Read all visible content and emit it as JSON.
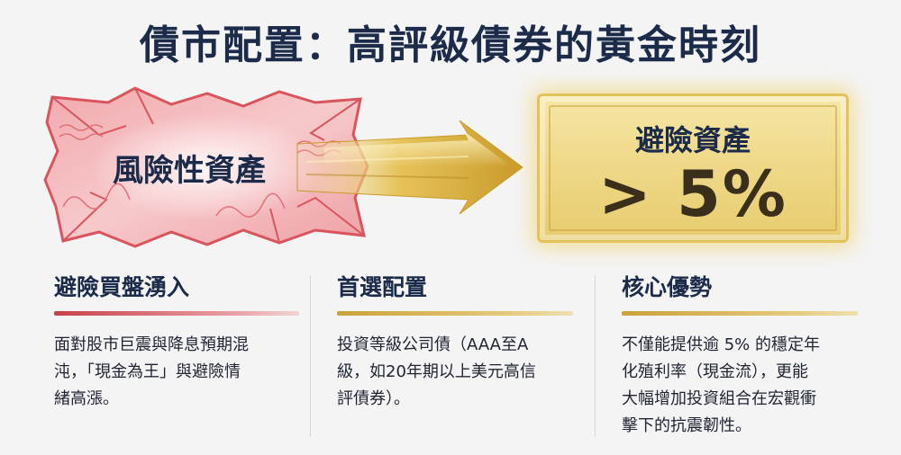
{
  "title": "債市配置：高評級債券的黃金時刻",
  "hero": {
    "risk_label": "風險性資產",
    "safe_label": "避險資產",
    "safe_value": "> 5%"
  },
  "colors": {
    "navy": "#1c2b4a",
    "risk_red": "#d9545c",
    "gold": "#e3c25a"
  },
  "columns": [
    {
      "heading": "避險買盤湧入",
      "lines": [
        "面對股市巨震與降息預期混",
        "沌，「現金為王」與避險情",
        "緒高漲。"
      ]
    },
    {
      "heading": "首選配置",
      "lines": [
        "投資等級公司債（AAA至A",
        "級，如20年期以上美元高信",
        "評債券）。"
      ]
    },
    {
      "heading": "核心優勢",
      "lines": [
        "不僅能提供逾 5% 的穩定年",
        "化殖利率（現金流），更能",
        "大幅增加投資組合在宏觀衝",
        "擊下的抗震韌性。"
      ]
    }
  ]
}
